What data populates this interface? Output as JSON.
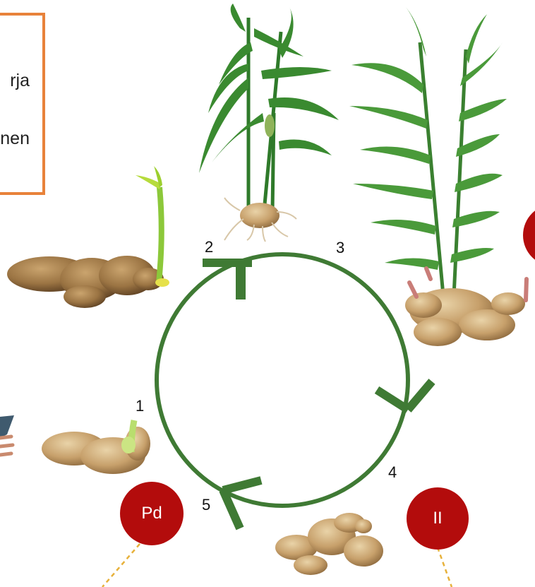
{
  "note_box": {
    "lines": [
      "rja",
      "",
      "nen"
    ]
  },
  "stages": [
    "1",
    "2",
    "3",
    "4",
    "5"
  ],
  "badges": {
    "pd": "Pd",
    "ii": "II"
  },
  "colors": {
    "cycle": "#3f7a34",
    "badge": "#b30c0c",
    "box_border": "#e8823a",
    "leaf": "#2f7a2a",
    "rhizome": "#c9a574"
  }
}
